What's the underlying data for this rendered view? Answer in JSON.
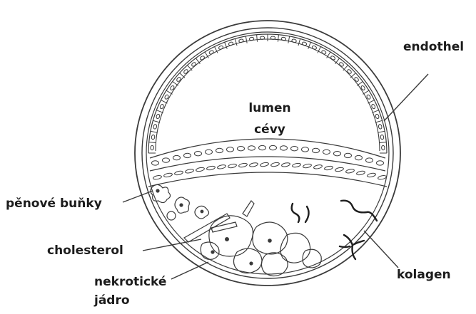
{
  "labels": {
    "lumen": "lumen",
    "cevy": "cévy",
    "endothel": "endothel",
    "penove_bunky": "pěnové buňky",
    "cholesterol": "cholesterol",
    "nekroticke": "nekrotické",
    "jadro": "jádro",
    "kolagen": "kolagen"
  },
  "colors": {
    "line": "#3a3a3a",
    "text": "#1c1c1c",
    "background": "#ffffff"
  }
}
